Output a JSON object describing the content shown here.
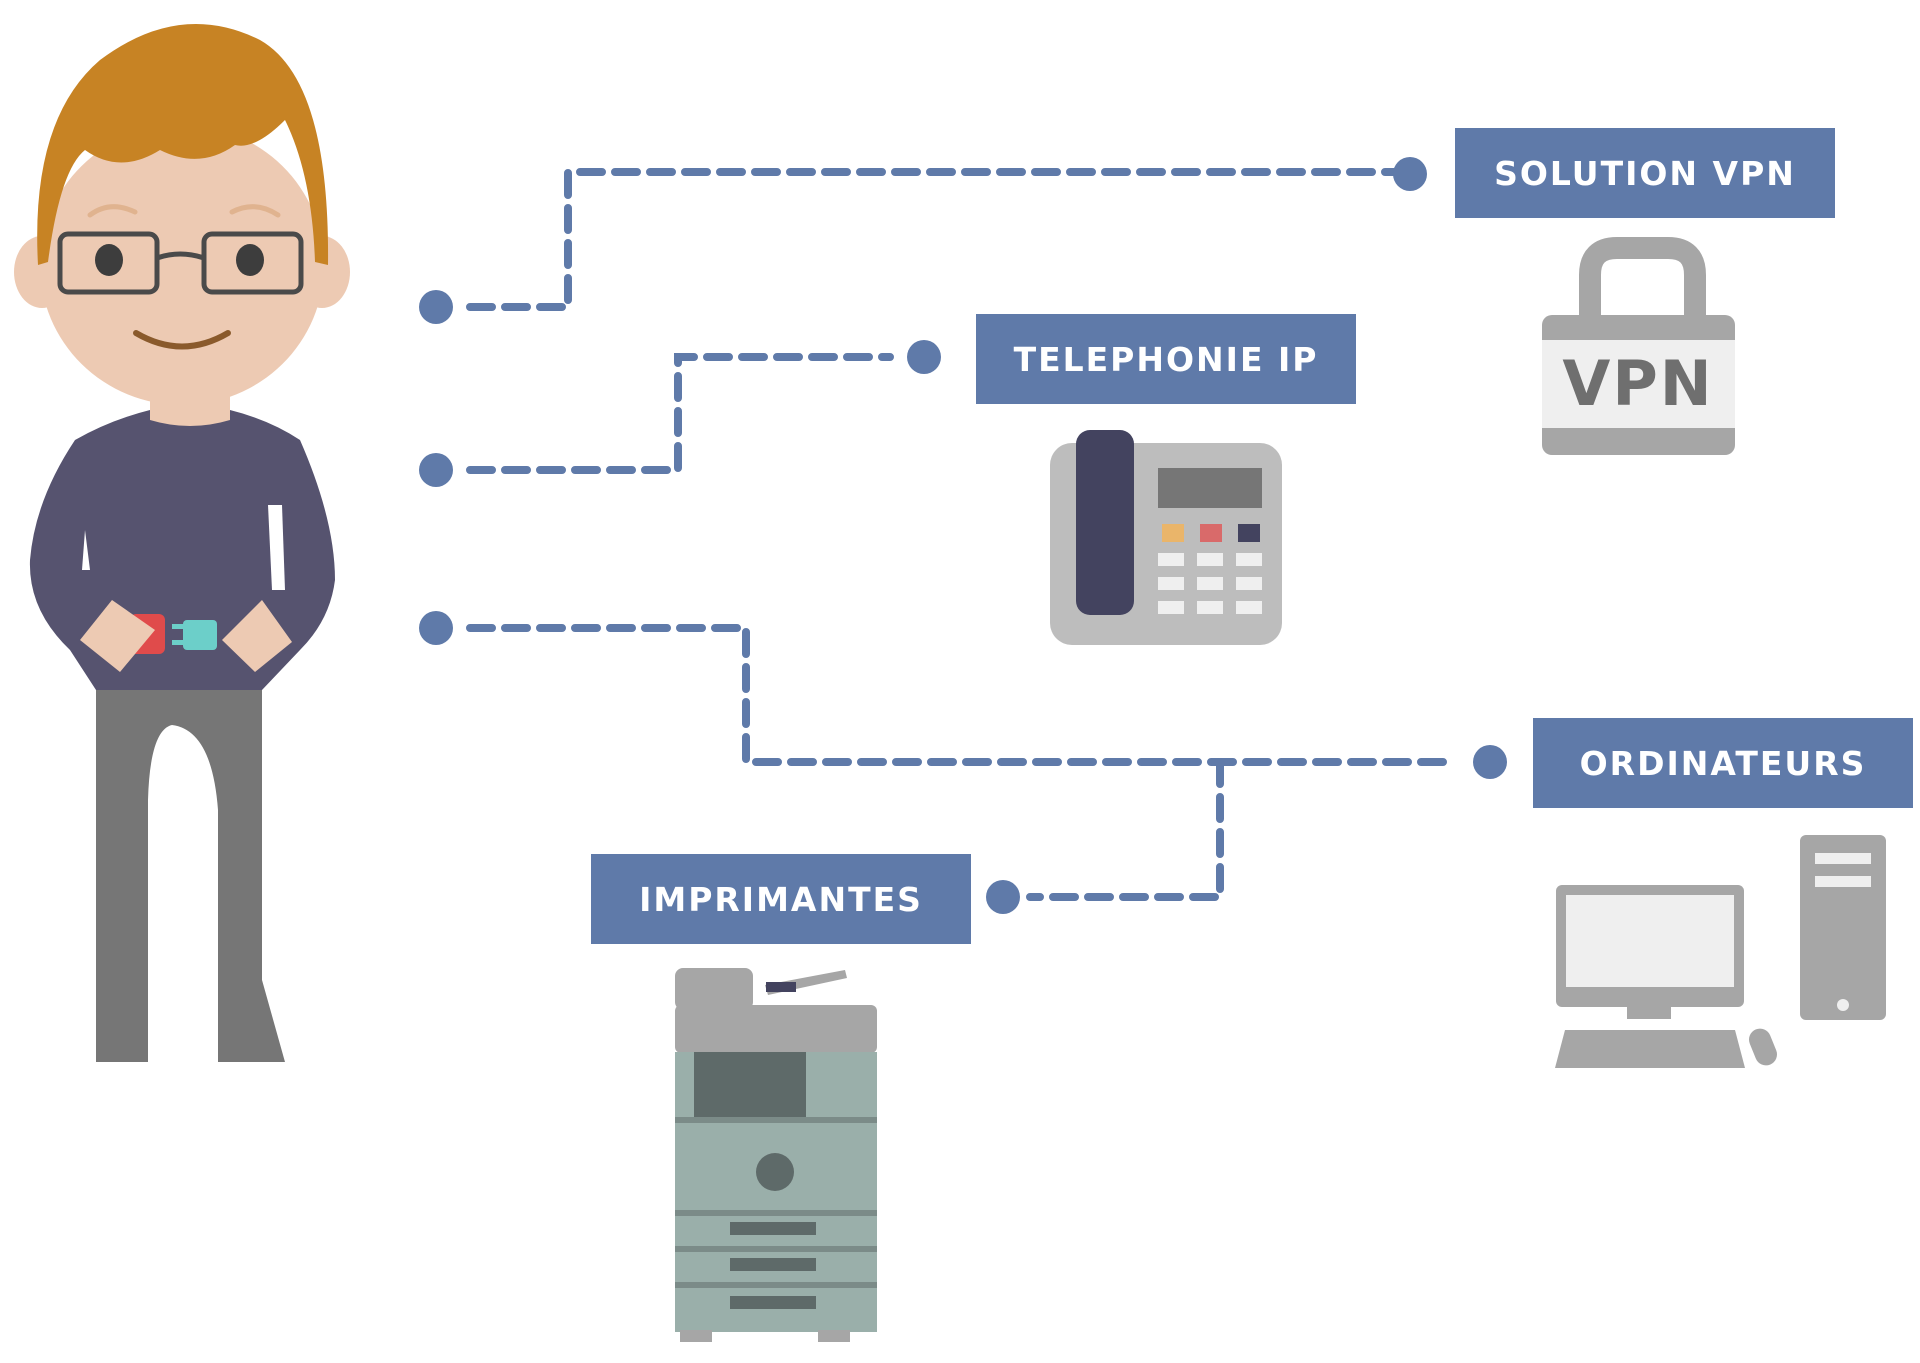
{
  "diagram": {
    "nodes": [
      {
        "id": "vpn",
        "label": "SOLUTION VPN",
        "icon": "padlock-icon"
      },
      {
        "id": "telephonie",
        "label": "TELEPHONIE IP",
        "icon": "desk-phone-icon"
      },
      {
        "id": "ordinateurs",
        "label": "ORDINATEURS",
        "icon": "desktop-computer-icon"
      },
      {
        "id": "imprimantes",
        "label": "IMPRIMANTES",
        "icon": "copier-printer-icon"
      }
    ],
    "vpn_icon_text": "VPN",
    "colors": {
      "accent": "#5f7aa9",
      "connector": "#5f7aa9",
      "device_gray": "#a6a6a6",
      "hair": "#c78324",
      "skin": "#edcab3",
      "sweater": "#56536f",
      "pants": "#767676",
      "printer_body": "#9aafaa"
    }
  }
}
